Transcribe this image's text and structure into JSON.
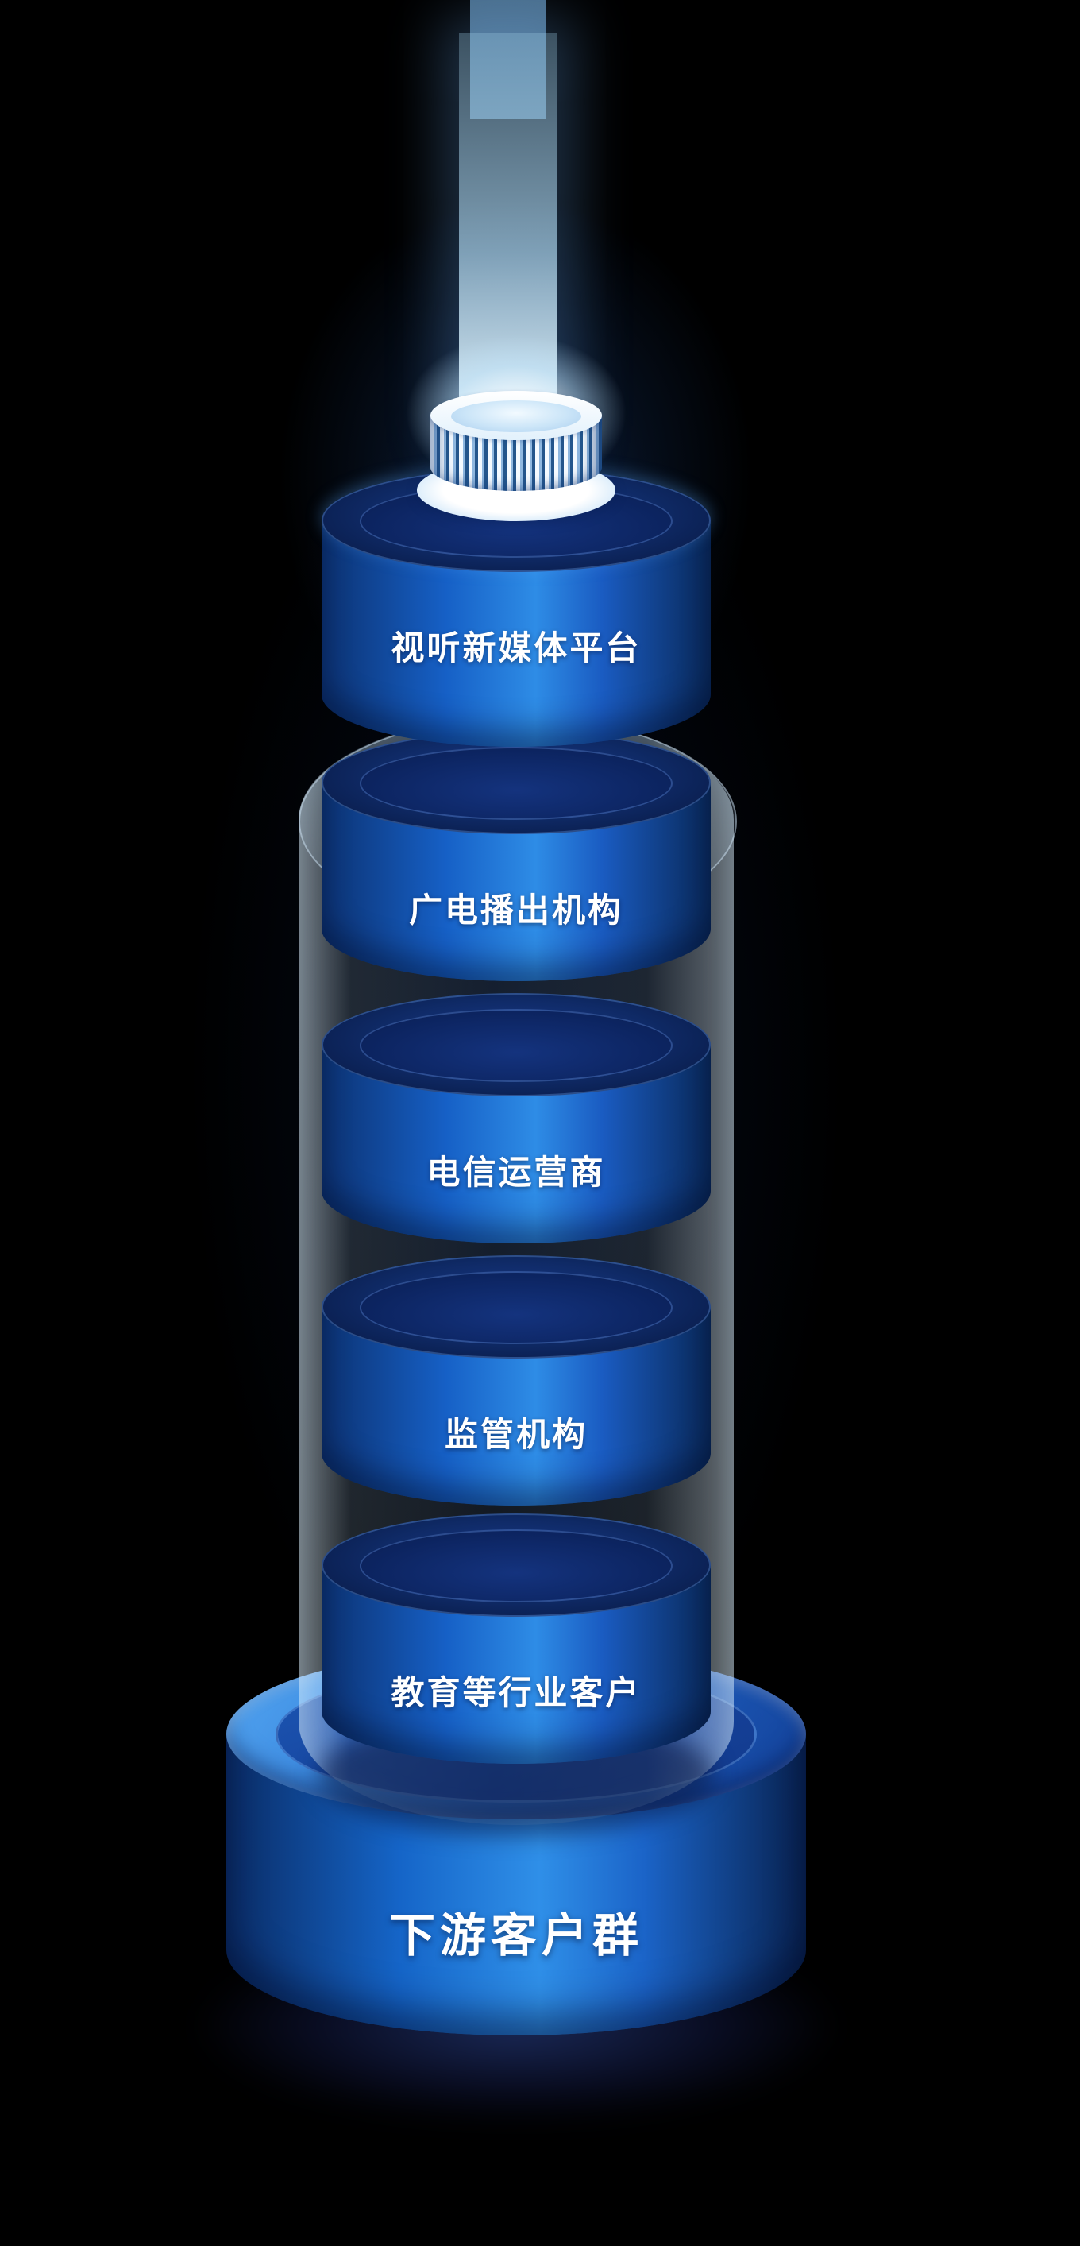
{
  "diagram": {
    "layers": [
      {
        "label": "视听新媒体平台"
      },
      {
        "label": "广电播出机构"
      },
      {
        "label": "电信运营商"
      },
      {
        "label": "监管机构"
      },
      {
        "label": "教育等行业客户"
      }
    ],
    "base": {
      "label": "下游客户群"
    },
    "colors": {
      "background": "#000000",
      "cylinder_bright": "#2e8ce6",
      "cylinder_dark": "#092858",
      "cylinder_top_face": "#0c2256",
      "base_top": "#2e7ad8",
      "beam": "#cfeaff",
      "glass_highlight": "#e1f2ff",
      "text": "#ffffff"
    }
  }
}
